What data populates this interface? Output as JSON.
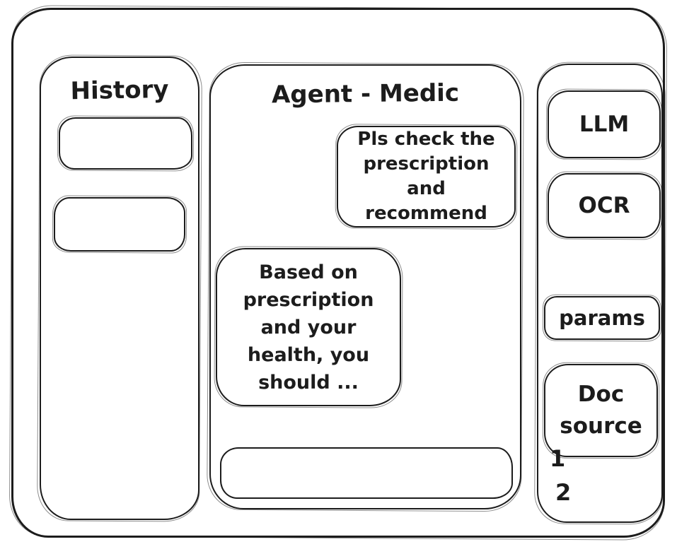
{
  "app": {
    "style": "hand-drawn wireframe",
    "colors": {
      "stroke": "#1c1c1c",
      "background": "#ffffff"
    }
  },
  "history": {
    "title": "History",
    "items": [
      {
        "label": ""
      },
      {
        "label": ""
      }
    ]
  },
  "chat": {
    "title": "Agent - Medic",
    "messages": [
      {
        "role": "user",
        "text": "Pls check the prescription and recommend"
      },
      {
        "role": "assistant",
        "text": "Based on prescription and your health, you should ..."
      }
    ],
    "input": {
      "value": "",
      "placeholder": ""
    }
  },
  "tools": {
    "items": [
      {
        "label": "LLM"
      },
      {
        "label": "OCR"
      },
      {
        "label": "params"
      },
      {
        "label": "Doc source"
      }
    ],
    "doc_sources": [
      "1",
      "2"
    ]
  }
}
